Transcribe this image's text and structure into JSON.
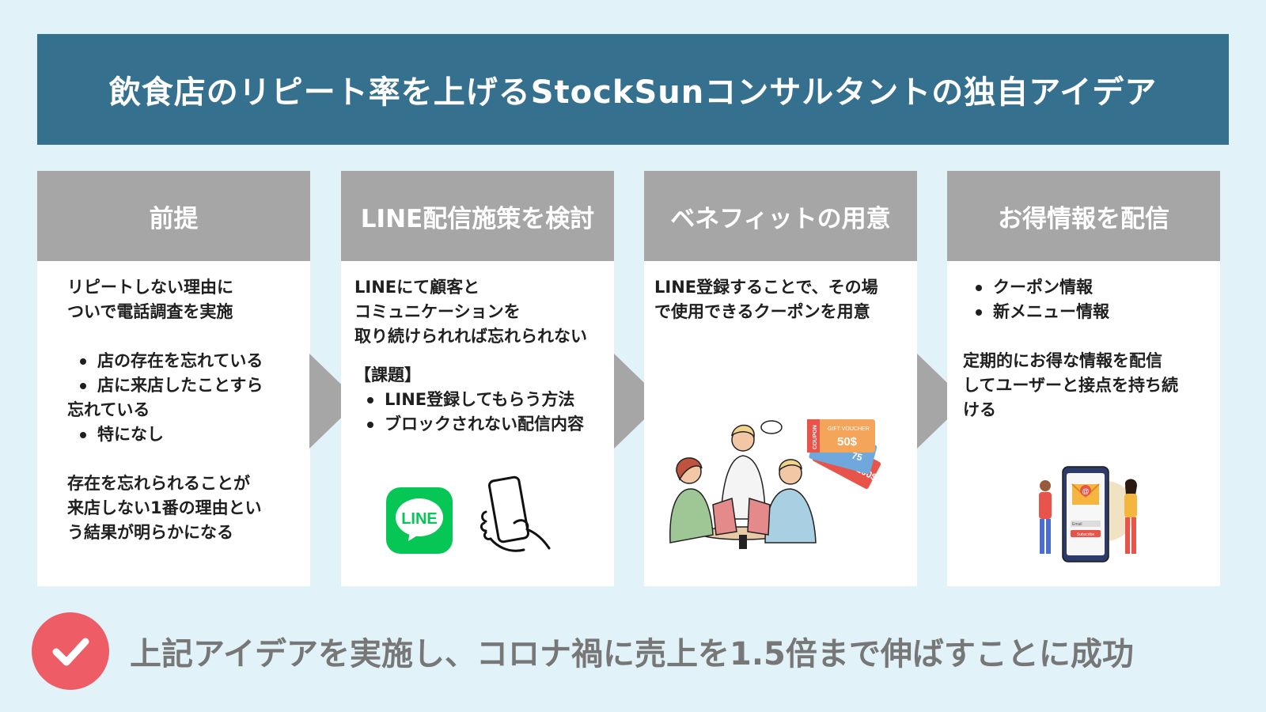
{
  "title": "飲食店のリピート率を上げるStockSunコンサルタントの独自アイデア",
  "columns": [
    {
      "heading": "前提",
      "lines": [
        "リピートしない理由に",
        "ついで電話調査を実施"
      ],
      "bullets": [
        "店の存在を忘れている",
        "店に来店したことすら"
      ],
      "bullet_cont": "忘れている",
      "bullets2": [
        "特になし"
      ],
      "conclusion": [
        "存在を忘れられることが",
        "来店しない1番の理由とい",
        "う結果が明らかになる"
      ]
    },
    {
      "heading": "LINE配信施策を検討",
      "lines": [
        "LINEにて顧客と",
        "コミュニケーションを",
        "取り続けられれば忘れられない"
      ],
      "issue_label": "【課題】",
      "bullets": [
        "LINE登録してもらう方法",
        "ブロックされない配信内容"
      ],
      "logo_text": "LINE"
    },
    {
      "heading": "ベネフィットの用意",
      "lines": [
        "LINE登録することで、その場",
        "で使用できるクーポンを用意"
      ],
      "voucher_texts": [
        "GIFT VOUCHER",
        "50$",
        "COUPON",
        "75",
        "100$"
      ]
    },
    {
      "heading": "お得情報を配信",
      "bullets": [
        "クーポン情報",
        "新メニュー情報"
      ],
      "lines": [
        "定期的にお得な情報を配信",
        "してユーザーと接点を持ち続",
        "ける"
      ],
      "phone_texts": [
        "Email",
        "Subscribe"
      ]
    }
  ],
  "footer": "上記アイデアを実施し、コロナ禍に売上を1.5倍まで伸ばすことに成功",
  "colors": {
    "background": "#e1f3f9",
    "title_bar": "#35718e",
    "column_header": "#a6a6a6",
    "arrow": "#a6a6a6",
    "check_badge": "#ee5c66",
    "line_green": "#06c755",
    "footer_text": "#777777"
  }
}
